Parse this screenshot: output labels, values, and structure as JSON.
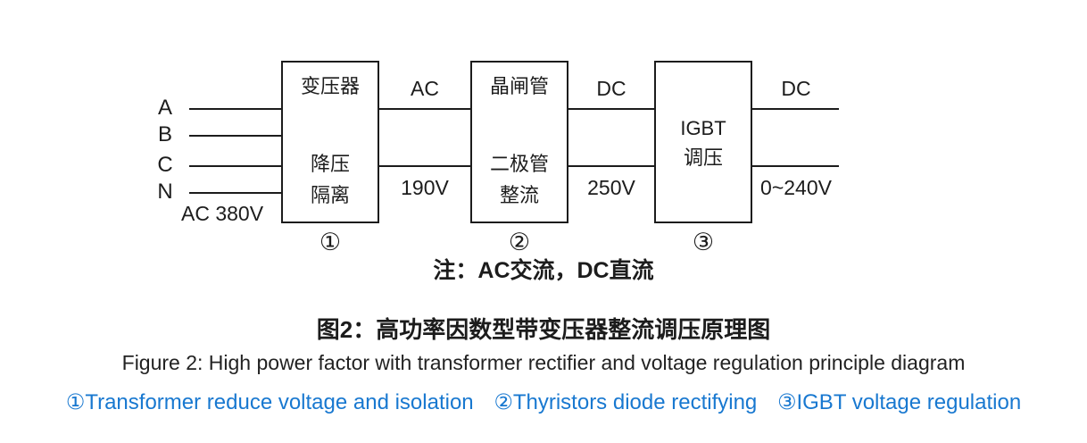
{
  "figure": {
    "phases": [
      "A",
      "B",
      "C",
      "N"
    ],
    "source": "AC 380V",
    "blocks": {
      "transformer": {
        "line1": "变压器",
        "line2": "降压",
        "line3": "隔离",
        "number": "①"
      },
      "rectifier": {
        "line1": "晶闸管",
        "line2": "二极管",
        "line3": "整流",
        "number": "②"
      },
      "igbt": {
        "line1": "IGBT",
        "line2": "调压",
        "number": "③"
      }
    },
    "links": {
      "transformer_out": {
        "top": "AC",
        "bottom": "190V"
      },
      "rectifier_out": {
        "top": "DC",
        "bottom": "250V"
      },
      "igbt_out": {
        "top": "DC",
        "bottom": "0~240V"
      }
    },
    "note": "注：AC交流，DC直流"
  },
  "captions": {
    "title_zh": "图2：高功率因数型带变压器整流调压原理图",
    "title_en": "Figure 2: High power factor with transformer rectifier and voltage regulation principle diagram",
    "legend": [
      "①Transformer reduce voltage and isolation",
      "②Thyristors diode rectifying",
      "③IGBT voltage regulation"
    ]
  },
  "colors": {
    "ink": "#1c1c1c",
    "legend_blue": "#1878d0"
  }
}
